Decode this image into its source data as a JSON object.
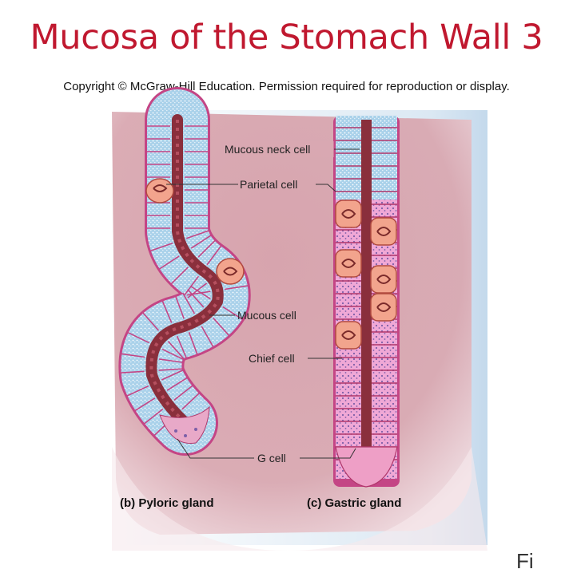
{
  "slide": {
    "title": "Mucosa of the Stomach Wall 3",
    "copyright": "Copyright © McGraw-Hill Education. Permission required for reproduction or display.",
    "corner_fragment": "Fi"
  },
  "figure": {
    "labels": {
      "mucous_neck_cell": "Mucous neck cell",
      "parietal_cell": "Parietal cell",
      "mucous_cell": "Mucous cell",
      "chief_cell": "Chief cell",
      "g_cell": "G cell"
    },
    "captions": {
      "pyloric": "(b)  Pyloric gland",
      "gastric": "(c)  Gastric gland"
    },
    "colors": {
      "tissue": "#d9a3ad",
      "background": "#c9dced",
      "lumen": "#8a2f3c",
      "mucous_cell": "#a9d1ea",
      "parietal_cell": "#f2a48d",
      "chief_cell": "#f0a8d6",
      "cell_outline": "#b0366a",
      "title": "#c0182f"
    }
  }
}
